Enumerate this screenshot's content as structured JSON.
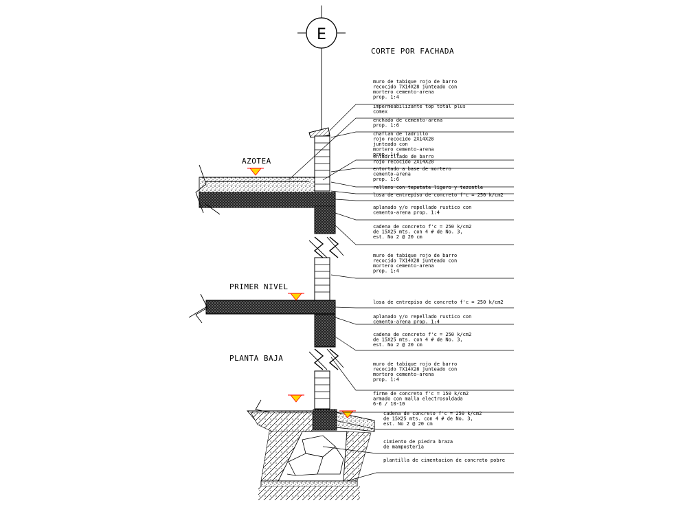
{
  "drawing": {
    "axis_label": "E",
    "title": "CORTE POR FACHADA",
    "levels": {
      "azotea": "AZOTEA",
      "primer_nivel": "PRIMER NIVEL",
      "planta_baja": "PLANTA BAJA"
    },
    "notes": [
      [
        "muro de tabique rojo de barro",
        "recocido 7X14X28 junteado con",
        "mortero cemento-arena",
        "prop. 1:4"
      ],
      [
        "impermeabilizante top total plus",
        "comex"
      ],
      [
        "enchado de cemento-arena",
        "prop. 1:6"
      ],
      [
        "chaflan de ladrillo",
        "rojo recocido 2X14X28",
        "junteado con",
        "mortero cemento-arena",
        "prop. 1:4"
      ],
      [
        "enladrillado de barro",
        "rojo recocido 2X14X28"
      ],
      [
        "entortado a base de mortero",
        "cemento-arena",
        "prop. 1:6"
      ],
      [
        "relleno con tepetate ligero y tezontle"
      ],
      [
        "losa de entrepiso de concreto f'c = 250 k/cm2"
      ],
      [
        "aplanado y/o repellado rustico con",
        "cemento-arena prop. 1:4"
      ],
      [
        "cadena de concreto f'c = 250 k/cm2",
        "de 15X25 mts. con 4 # de No. 3,",
        "est. No 2 @ 20 cm"
      ],
      [
        "muro de tabique rojo de barro",
        "recocido 7X14X28 junteado con",
        "mortero cemento-arena",
        "prop. 1:4"
      ],
      [
        "losa de entrepiso de concreto f'c = 250 k/cm2"
      ],
      [
        "aplanado y/o repellado rustico con",
        "cemento-arena prop. 1:4"
      ],
      [
        "cadena de concreto f'c = 250 k/cm2",
        "de 15X25 mts. con 4 # de No. 3,",
        "est. No 2 @ 20 cm"
      ],
      [
        "muro de tabique rojo de barro",
        "recocido 7X14X28 junteado con",
        "mortero cemento-arena",
        "prop. 1:4"
      ],
      [
        "firme de concreto f'c = 150 k/cm2",
        "armado con malla electrosoldada",
        "6-6 / 10-10"
      ],
      [
        "cadena de concreto f'c = 250 k/cm2",
        "de 15X25 mts. con 4 # de No. 3,",
        "est. No 2 @ 20 cm"
      ],
      [
        "cimiento de piedra braza",
        "de mamposteria"
      ],
      [
        "plantilla de cimentacion de concreto pobre"
      ]
    ],
    "colors": {
      "lines": "#000000",
      "level_marker": "#ffd700",
      "level_marker_outline": "#ff0000"
    }
  }
}
